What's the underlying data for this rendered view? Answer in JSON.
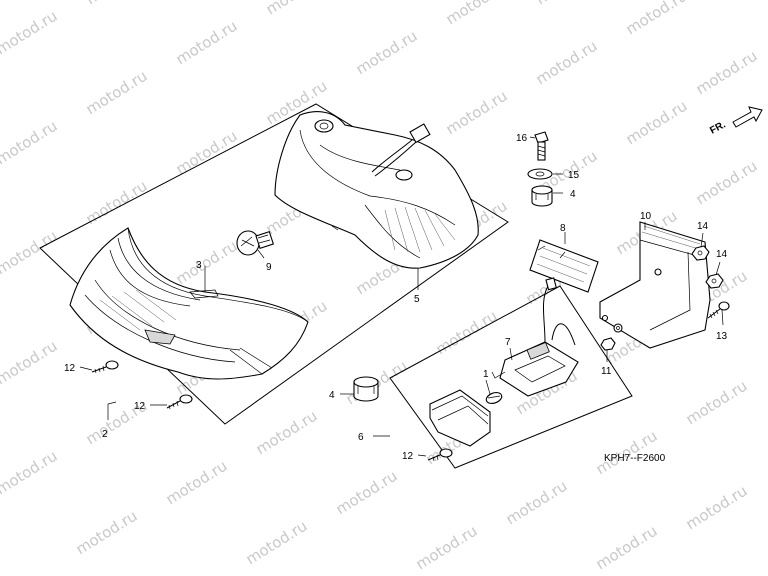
{
  "watermark": {
    "text": "motod.ru"
  },
  "direction": {
    "label": "FR."
  },
  "diagram_code": "KPH7--F2600",
  "callouts": {
    "c1": "1",
    "c2": "2",
    "c3": "3",
    "c4a": "4",
    "c4b": "4",
    "c5": "5",
    "c6": "6",
    "c7": "7",
    "c8": "8",
    "c9": "9",
    "c10": "10",
    "c11": "11",
    "c12a": "12",
    "c12b": "12",
    "c12c": "12",
    "c13": "13",
    "c14a": "14",
    "c14b": "14",
    "c15": "15",
    "c16": "16"
  }
}
